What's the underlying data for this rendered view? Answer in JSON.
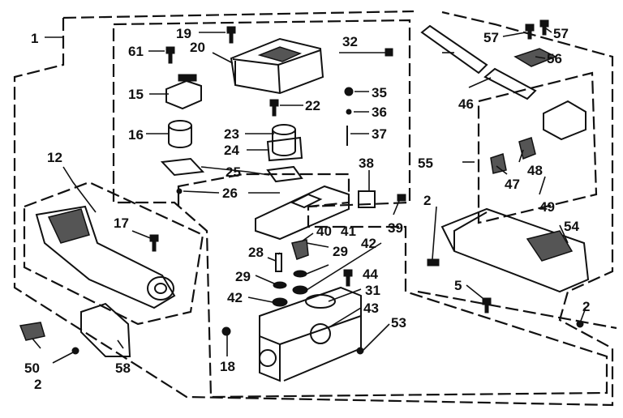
{
  "diagram": {
    "callouts": {
      "c1": "1",
      "c2a": "2",
      "c2b": "2",
      "c2c": "2",
      "c5": "5",
      "c12": "12",
      "c15": "15",
      "c16": "16",
      "c17": "17",
      "c18": "18",
      "c19": "19",
      "c20": "20",
      "c22": "22",
      "c23": "23",
      "c24": "24",
      "c25": "25",
      "c26": "26",
      "c28": "28",
      "c29a": "29",
      "c29b": "29",
      "c31": "31",
      "c32": "32",
      "c35": "35",
      "c36": "36",
      "c37": "37",
      "c38": "38",
      "c39": "39",
      "c40": "40",
      "c41": "41",
      "c42a": "42",
      "c42b": "42",
      "c43": "43",
      "c44": "44",
      "c46": "46",
      "c47": "47",
      "c48": "48",
      "c49": "49",
      "c50": "50",
      "c53": "53",
      "c54": "54",
      "c55": "55",
      "c56": "56",
      "c57a": "57",
      "c57b": "57",
      "c58": "58",
      "c61": "61"
    },
    "line_color": "#111111",
    "background": "#ffffff"
  }
}
